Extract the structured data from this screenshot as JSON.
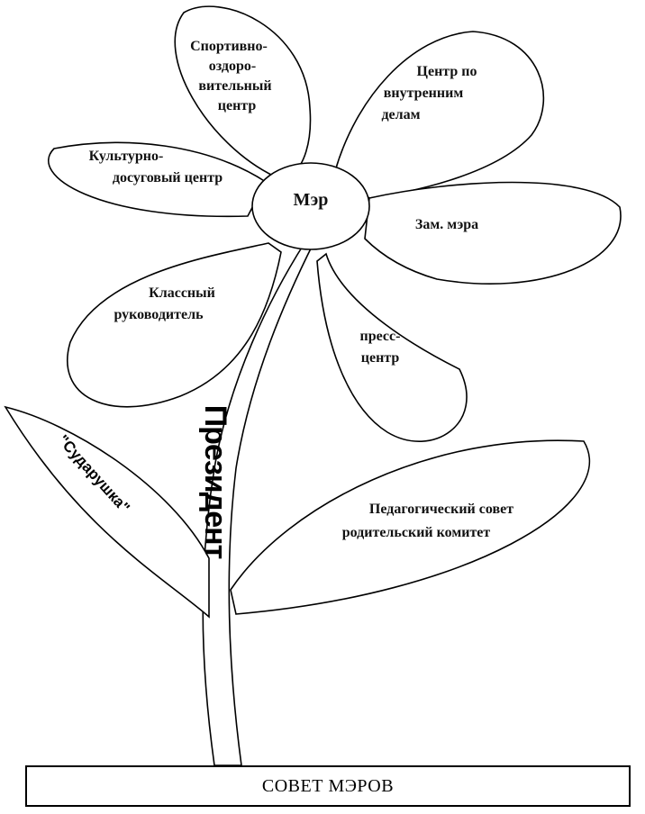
{
  "center": {
    "label": "Мэр"
  },
  "petals": {
    "sport": [
      "Спортивно-",
      "оздоро-",
      "вительный",
      "центр"
    ],
    "internal": [
      "Центр по",
      "внутренним",
      "делам"
    ],
    "culture": [
      "Культурно-",
      "досуговый центр"
    ],
    "deputy": [
      "Зам. мэра"
    ],
    "teacher": [
      "Классный",
      "руководитель"
    ],
    "press": [
      "пресс-",
      "центр"
    ]
  },
  "stem": {
    "label": "Президент"
  },
  "leaves": {
    "left": "\"Сударушка\"",
    "right": [
      "Педагогический совет",
      "родительский комитет"
    ]
  },
  "footer": {
    "title": "СОВЕТ МЭРОВ"
  }
}
